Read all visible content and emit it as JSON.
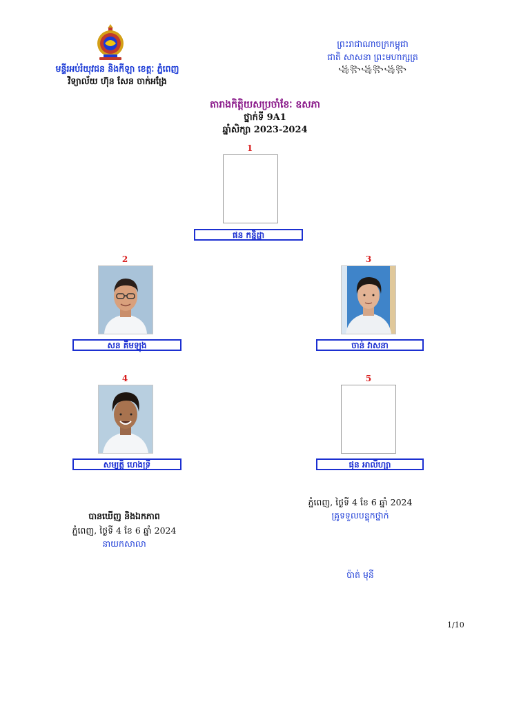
{
  "header": {
    "ministry": "មន្ទីរអប់រំយុវជន និងកីឡា ខេត្តៈ ភ្នំពេញ",
    "school": "វិទ្យាល័យ ហ៊ុន សែន ចាក់អង្រែ",
    "kingdom": "ព្រះរាជាណាចក្រកម្ពុជា",
    "motto": "ជាតិ សាសនា ព្រះមហាក្សត្រ",
    "ornament": "꧁꧂꧁꧂꧁꧂"
  },
  "title": {
    "main": "តារាងកិត្តិយសប្រចាំខែៈ ឧសភា",
    "grade": "ថ្នាក់ទី 9A1",
    "year": "ឆ្នាំសិក្សា 2023-2024"
  },
  "students": [
    {
      "rank": "1",
      "name": "ផន កន្និដ្ឋា",
      "photo": "empty"
    },
    {
      "rank": "2",
      "name": "សន គីមឡុង",
      "photo": "boy-glasses"
    },
    {
      "rank": "3",
      "name": "ចាន់ វាសនា",
      "photo": "boy-blue-bg"
    },
    {
      "rank": "4",
      "name": "សម្បត្តិ ហេងទ្រី",
      "photo": "boy-smiling"
    },
    {
      "rank": "5",
      "name": "ផុន អាលីហ្សា",
      "photo": "empty"
    }
  ],
  "footer": {
    "left": {
      "seen": "បានឃើញ និងឯកភាព",
      "date": "ភ្នំពេញ, ថ្ងៃទី 4 ខែ 6 ឆ្នាំ 2024",
      "role": "នាយកសាលា"
    },
    "right": {
      "date": "ភ្នំពេញ, ថ្ងៃទី 4 ខែ 6 ឆ្នាំ 2024",
      "role": "គ្រូទទួលបន្ទុកថ្នាក់",
      "name": "ប៉ាត់ មុនី"
    },
    "page": "1/10"
  },
  "colors": {
    "blue": "#1a3ad6",
    "purple": "#8a1a8a",
    "red": "#d81c1c",
    "box": "#1b2fd1"
  }
}
